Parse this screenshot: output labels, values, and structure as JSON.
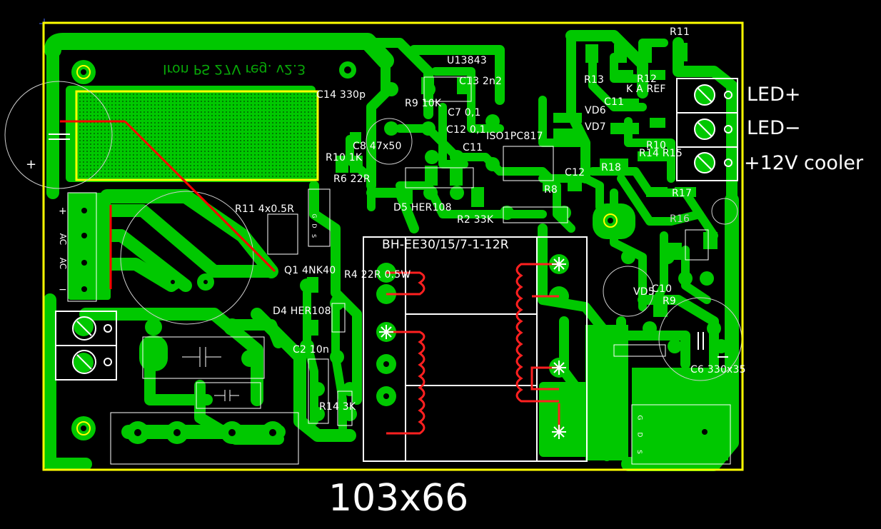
{
  "board": {
    "silkscreen_title": "Iron PS 27V reg. v2.3",
    "dimensions_label": "103x66",
    "colors": {
      "background": "#000000",
      "copper": "#00c800",
      "outline": "#ffff00",
      "silk": "#ffffff",
      "jumper": "#ff0000"
    }
  },
  "connectors": {
    "out1": "LED+",
    "out2": "LED−",
    "out3": "+12V cooler"
  },
  "input_pins": {
    "plus": "+",
    "ac1": "AC",
    "ac2": "AC",
    "minus": "−"
  },
  "bulk_cap_plus": "+",
  "components": {
    "u1": "U13843",
    "c13": "C13 2n2",
    "c14": "C14 330p",
    "r9a": "R9 10K",
    "c7": "C7 0,1",
    "c12a": "C12 0,1",
    "c8": "C8 47x50",
    "c11a": "C11",
    "iso": "ISO1PC817",
    "r10a": "R10 1K",
    "r6": "R6 22R",
    "d5": "D5 HER108",
    "r2": "R2 33K",
    "r11a": "R11 4x0.5R",
    "q1": "Q1 4NK40",
    "r4": "R4 22R 0.5W",
    "d4": "D4 HER108",
    "c2": "C2 10n",
    "r14": "R14 3K",
    "tr": "BH-EE30/15/7-1-12R",
    "r11b": "R11",
    "r13": "R13",
    "r12": "R12",
    "kaRef": "K A REF",
    "c11b": "C11",
    "vd6": "VD6",
    "vd7": "VD7",
    "r10b": "R10",
    "r15": "R14 R15",
    "r18": "R18",
    "c12b": "C12",
    "r8": "R8",
    "r17": "R17",
    "r16": "R16",
    "vd5": "VD5",
    "c10": "C10",
    "r9b": "R9",
    "c6": "C6 330x35"
  },
  "mosfet_pins": {
    "g": "G",
    "d": "D",
    "s": "S"
  },
  "transistor_pins": {
    "g": "G",
    "d": "D",
    "s": "S"
  }
}
